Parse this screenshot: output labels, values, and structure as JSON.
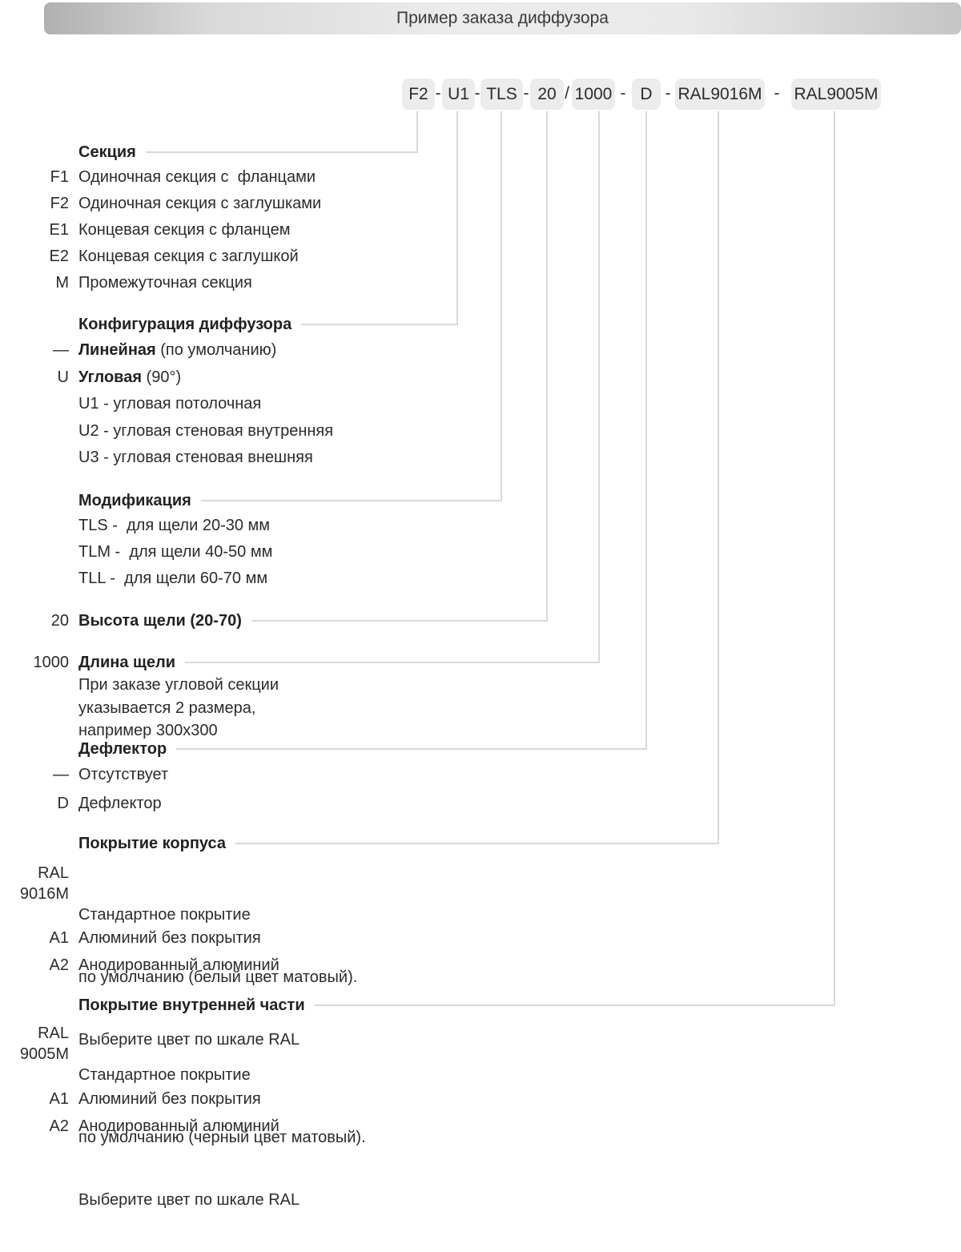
{
  "header": {
    "title": "Пример заказа диффузора"
  },
  "order_code": {
    "boxes": [
      {
        "id": "section",
        "label": "F2"
      },
      {
        "id": "configuration",
        "label": "U1"
      },
      {
        "id": "modification",
        "label": "TLS"
      },
      {
        "id": "slot-height",
        "label": "20"
      },
      {
        "id": "slot-length",
        "label": "1000"
      },
      {
        "id": "deflector",
        "label": "D"
      },
      {
        "id": "body-coating",
        "label": "RAL9016M"
      },
      {
        "id": "inner-coating",
        "label": "RAL9005M"
      }
    ],
    "separators": [
      "-",
      "-",
      "-",
      "/",
      "-",
      "-",
      "-"
    ]
  },
  "sections": [
    {
      "title": "Секция",
      "items": [
        {
          "code": "F1",
          "text": "Одиночная секция с  фланцами"
        },
        {
          "code": "F2",
          "text": "Одиночная секция с заглушками"
        },
        {
          "code": "E1",
          "text": "Концевая секция с фланцем"
        },
        {
          "code": "E2",
          "text": "Концевая секция с заглушкой"
        },
        {
          "code": "M",
          "text": "Промежуточная секция"
        }
      ]
    },
    {
      "title": "Конфигурация диффузора",
      "items": [
        {
          "code": "—",
          "bold": "Линейная",
          "text": " (по умолчанию)"
        },
        {
          "code": "U",
          "bold": "Угловая",
          "text": " (90°)"
        },
        {
          "code": "",
          "text": "U1 - угловая потолочная"
        },
        {
          "code": "",
          "text": "U2 - угловая стеновая внутренняя"
        },
        {
          "code": "",
          "text": "U3 - угловая стеновая внешняя"
        }
      ]
    },
    {
      "title": "Модификация",
      "items": [
        {
          "code": "",
          "text": "TLS -  для щели 20-30 мм"
        },
        {
          "code": "",
          "text": "TLM -  для щели 40-50 мм"
        },
        {
          "code": "",
          "text": "TLL -  для щели 60-70 мм"
        }
      ]
    },
    {
      "code": "20",
      "title": "Высота щели (20-70)"
    },
    {
      "code": "1000",
      "title": "Длина щели",
      "note": [
        "При заказе угловой секции",
        "указывается 2 размера,",
        "например 300х300"
      ]
    },
    {
      "title": "Дефлектор",
      "items": [
        {
          "code": "—",
          "text": "Отсутствует"
        },
        {
          "code": "D",
          "text": "Дефлектор"
        }
      ]
    },
    {
      "title": "Покрытие корпуса",
      "ral": {
        "code_lines": [
          "RAL",
          "9016M"
        ],
        "text_lines": [
          "Стандартное покрытие",
          "по умолчанию (белый цвет матовый).",
          "Выберите цвет по шкале RAL"
        ]
      },
      "items": [
        {
          "code": "A1",
          "text": "Алюминий без покрытия"
        },
        {
          "code": "A2",
          "text": "Анодированный алюминий"
        }
      ]
    },
    {
      "title": "Покрытие внутренней части",
      "ral": {
        "code_lines": [
          "RAL",
          "9005M"
        ],
        "text_lines": [
          "Стандартное покрытие",
          "по умолчанию (черный цвет матовый).",
          "Выберите цвет по шкале RAL"
        ]
      },
      "items": [
        {
          "code": "A1",
          "text": "Алюминий без покрытия"
        },
        {
          "code": "A2",
          "text": "Анодированный алюминий"
        }
      ]
    }
  ],
  "colors": {
    "connector_line": "#d9d9d9",
    "box_bg": "#ececec",
    "text": "#2b2b2b",
    "title": "#3a3a3a"
  }
}
